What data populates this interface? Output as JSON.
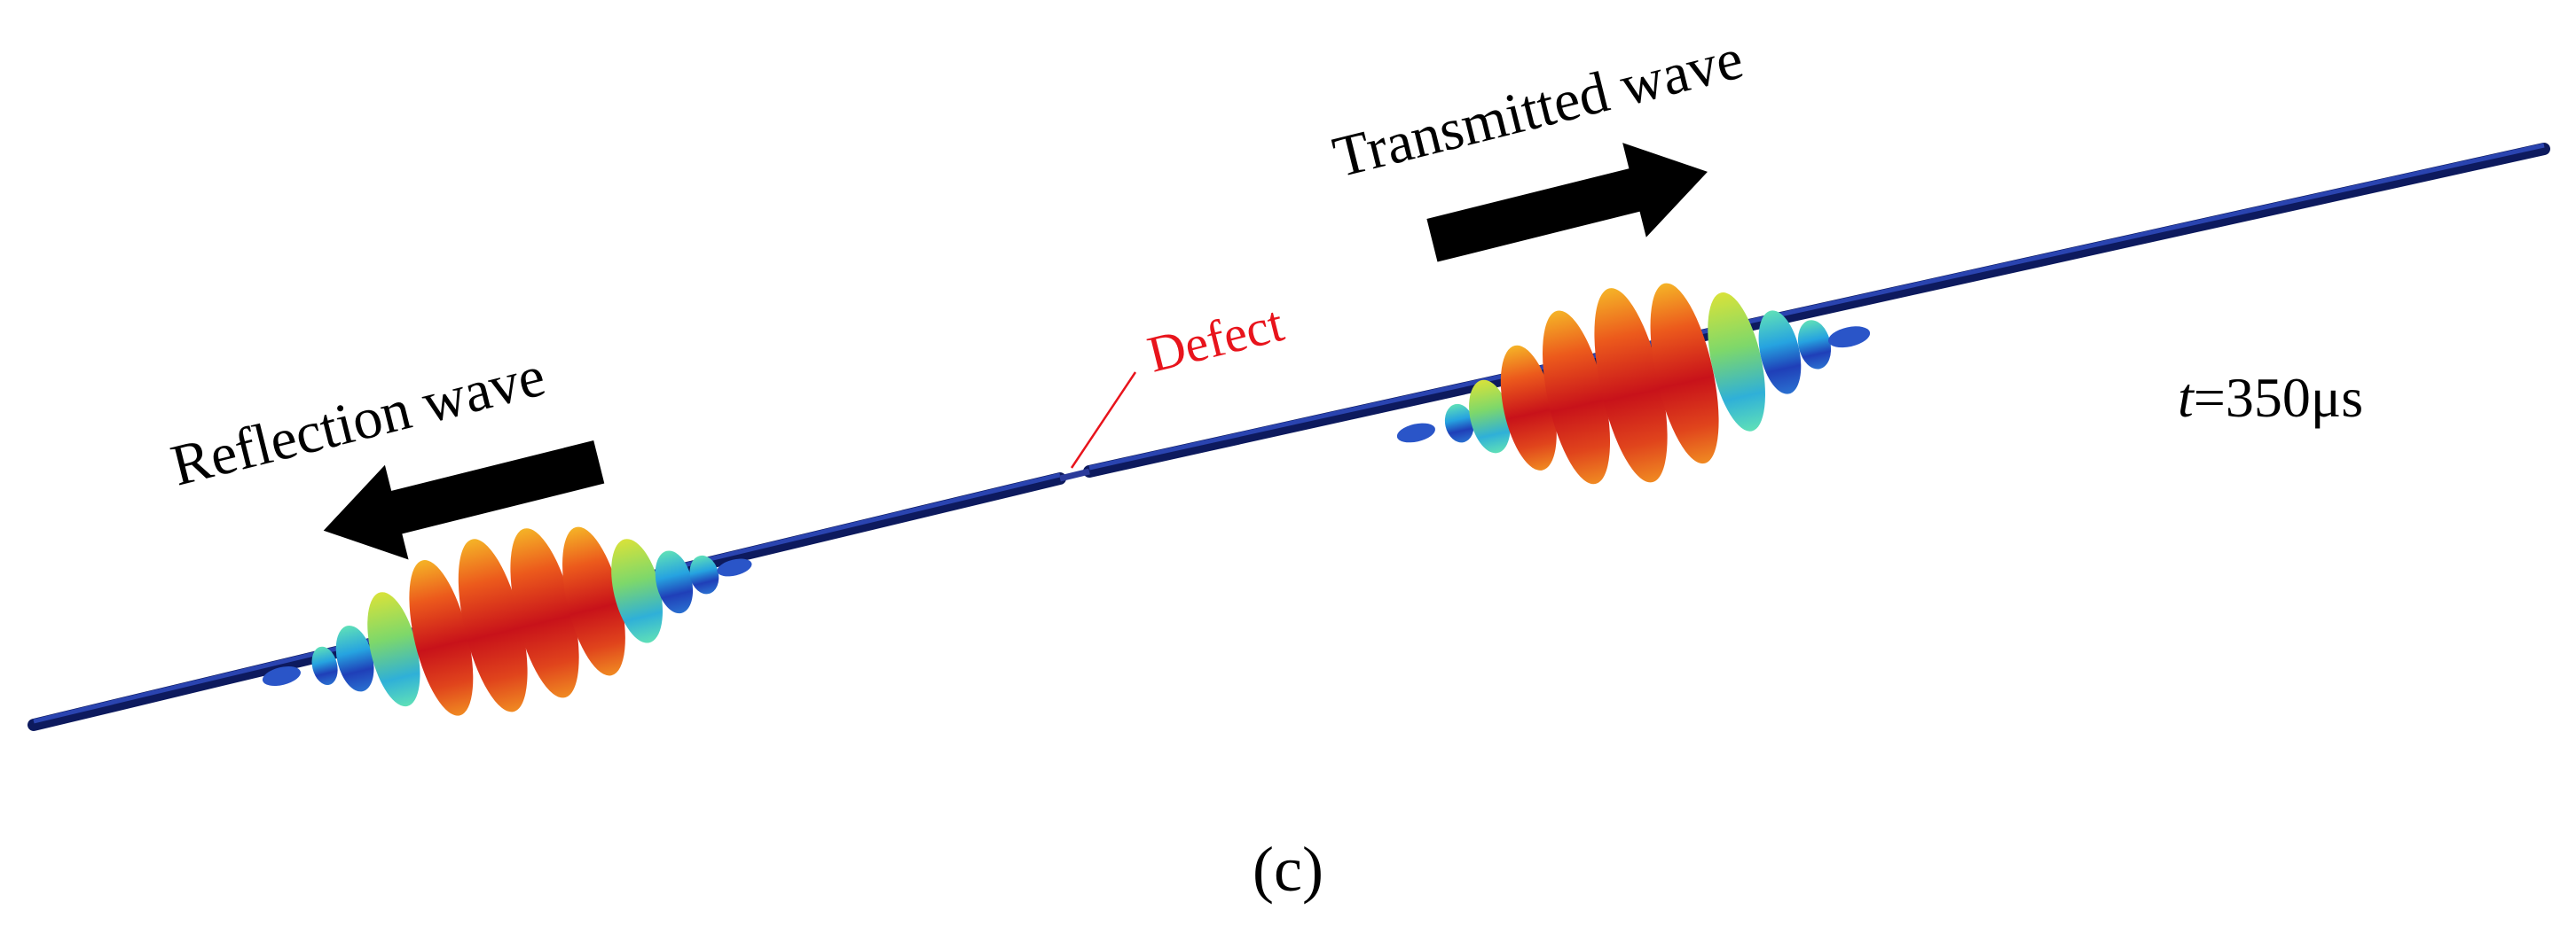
{
  "figure": {
    "labels": {
      "transmitted": "Transmitted wave",
      "reflection": "Reflection wave",
      "defect": "Defect",
      "time_var": "t",
      "time_value": "=350μs",
      "panel": "(c)"
    },
    "colors": {
      "rod": "#1a2e8c",
      "rod_dark": "#0d1a5e",
      "arrow": "#000000",
      "defect_text": "#e8141c",
      "defect_line": "#e8141c",
      "colormap": [
        "#1f3fb8",
        "#26a3e0",
        "#5fe0b8",
        "#d8e23a",
        "#f29a1c",
        "#e0321a",
        "#b8141a"
      ]
    }
  }
}
